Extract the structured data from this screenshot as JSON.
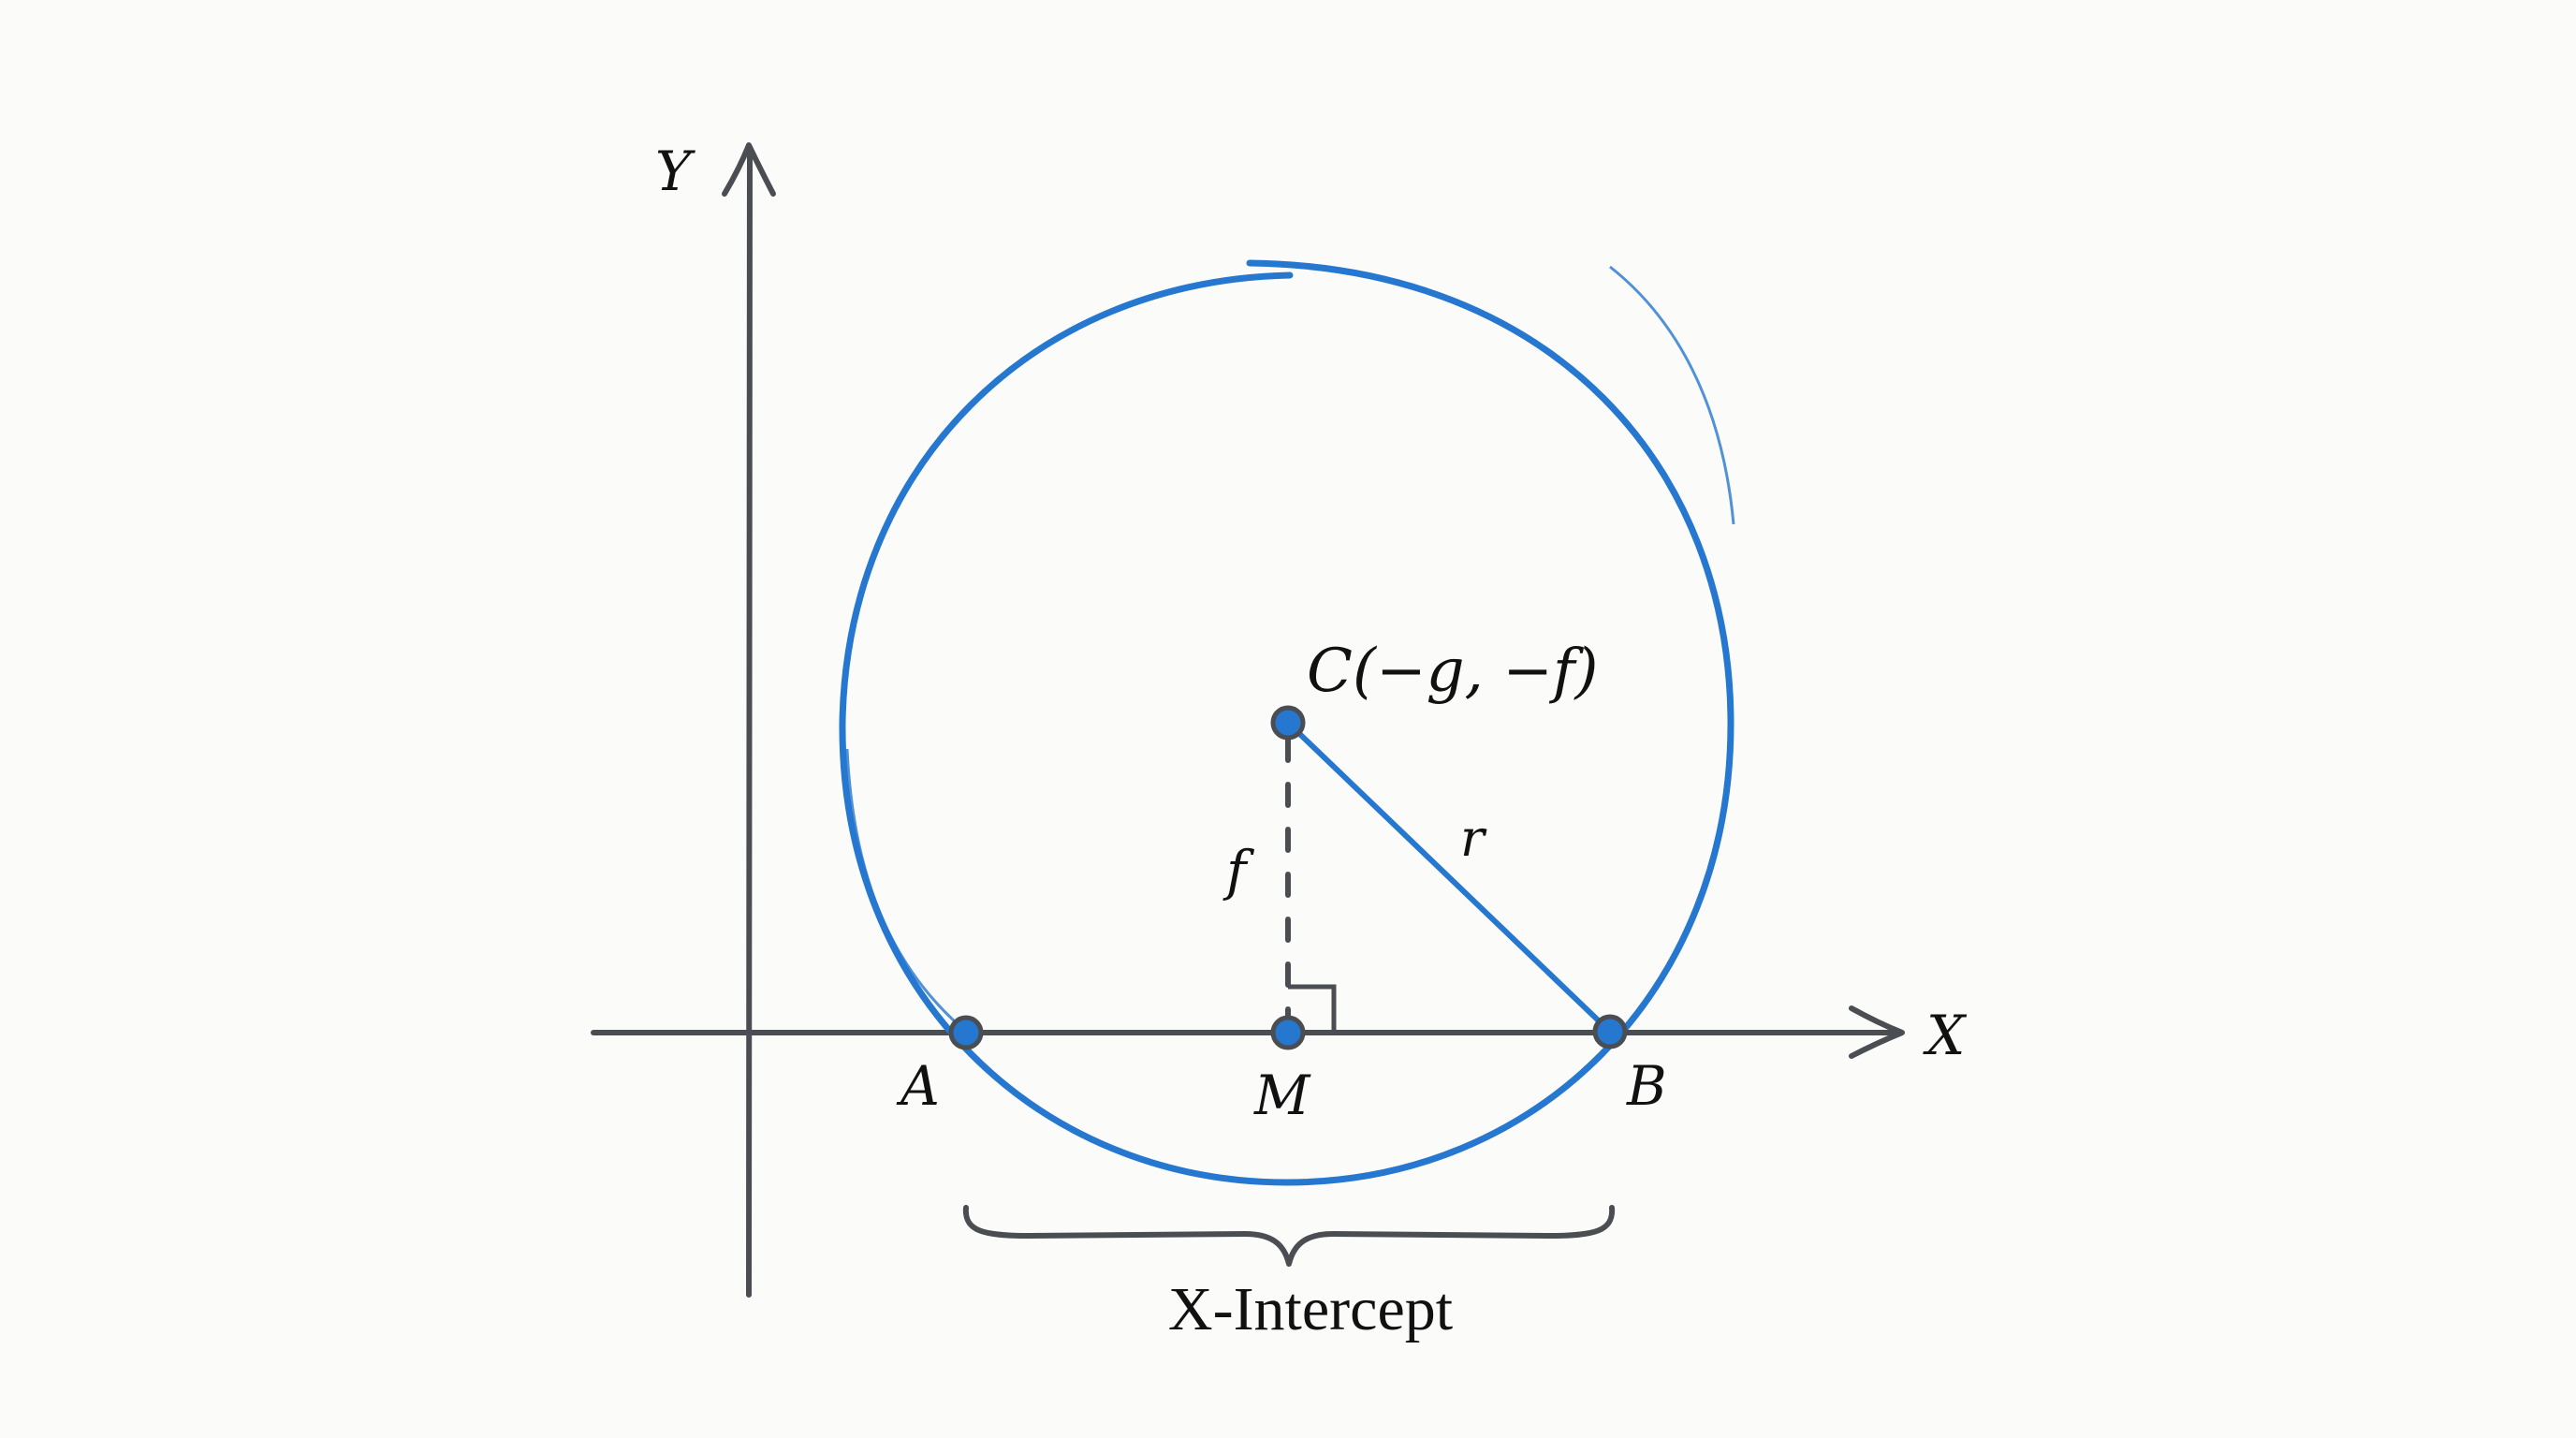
{
  "colors": {
    "background": "#fbfbf9",
    "axis": "#4a4d52",
    "circle": "#2577d0",
    "point_fill": "#2577d0",
    "point_outline": "#4a4d52",
    "text": "#111111"
  },
  "axes": {
    "x_label": "X",
    "y_label": "Y"
  },
  "circle": {
    "center_label": "C(−g, −f)",
    "radius_label": "r"
  },
  "points": {
    "a_label": "A",
    "b_label": "B",
    "m_label": "M",
    "c_label": "C"
  },
  "segments": {
    "perpendicular_label": "f"
  },
  "brace": {
    "label": "X-Intercept"
  },
  "chart_data": {
    "type": "diagram",
    "title": "",
    "elements": [
      {
        "kind": "axis",
        "label": "X",
        "direction": "horizontal"
      },
      {
        "kind": "axis",
        "label": "Y",
        "direction": "vertical"
      },
      {
        "kind": "circle",
        "center": "C(-g, -f)",
        "radius_label": "r"
      },
      {
        "kind": "point",
        "label": "A",
        "on": "x-axis",
        "role": "x-intercept"
      },
      {
        "kind": "point",
        "label": "B",
        "on": "x-axis",
        "role": "x-intercept"
      },
      {
        "kind": "point",
        "label": "M",
        "on": "x-axis",
        "role": "midpoint of AB / foot of perpendicular"
      },
      {
        "kind": "segment",
        "from": "C",
        "to": "M",
        "style": "dashed",
        "label": "f"
      },
      {
        "kind": "segment",
        "from": "C",
        "to": "B",
        "style": "solid",
        "label": "r"
      },
      {
        "kind": "right-angle-marker",
        "at": "M"
      },
      {
        "kind": "brace",
        "from": "A",
        "to": "B",
        "label": "X-Intercept"
      }
    ]
  }
}
